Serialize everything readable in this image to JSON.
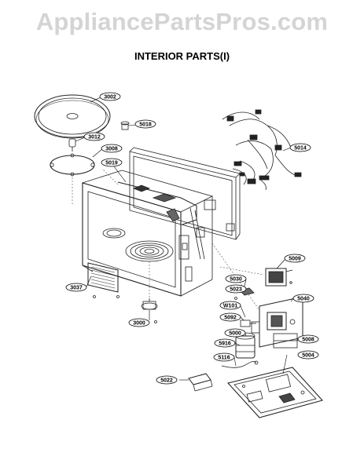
{
  "watermark": "AppliancePartsPros.com",
  "title": "INTERIOR PARTS(I)",
  "callouts": {
    "c3002": "3002",
    "c5018": "5018",
    "c3012": "3012",
    "c3008": "3008",
    "c5019": "5019",
    "c5014": "5014",
    "c5009": "5009",
    "c5030": "5030",
    "c5023": "5023",
    "c3037": "3037",
    "c5040": "5040",
    "cW101": "W101",
    "c5092": "5092",
    "c3000": "3000",
    "c5000": "5000",
    "c5008": "5008",
    "c5916": "5916",
    "c5116": "5116",
    "c5004": "5004",
    "c5022": "5022"
  }
}
